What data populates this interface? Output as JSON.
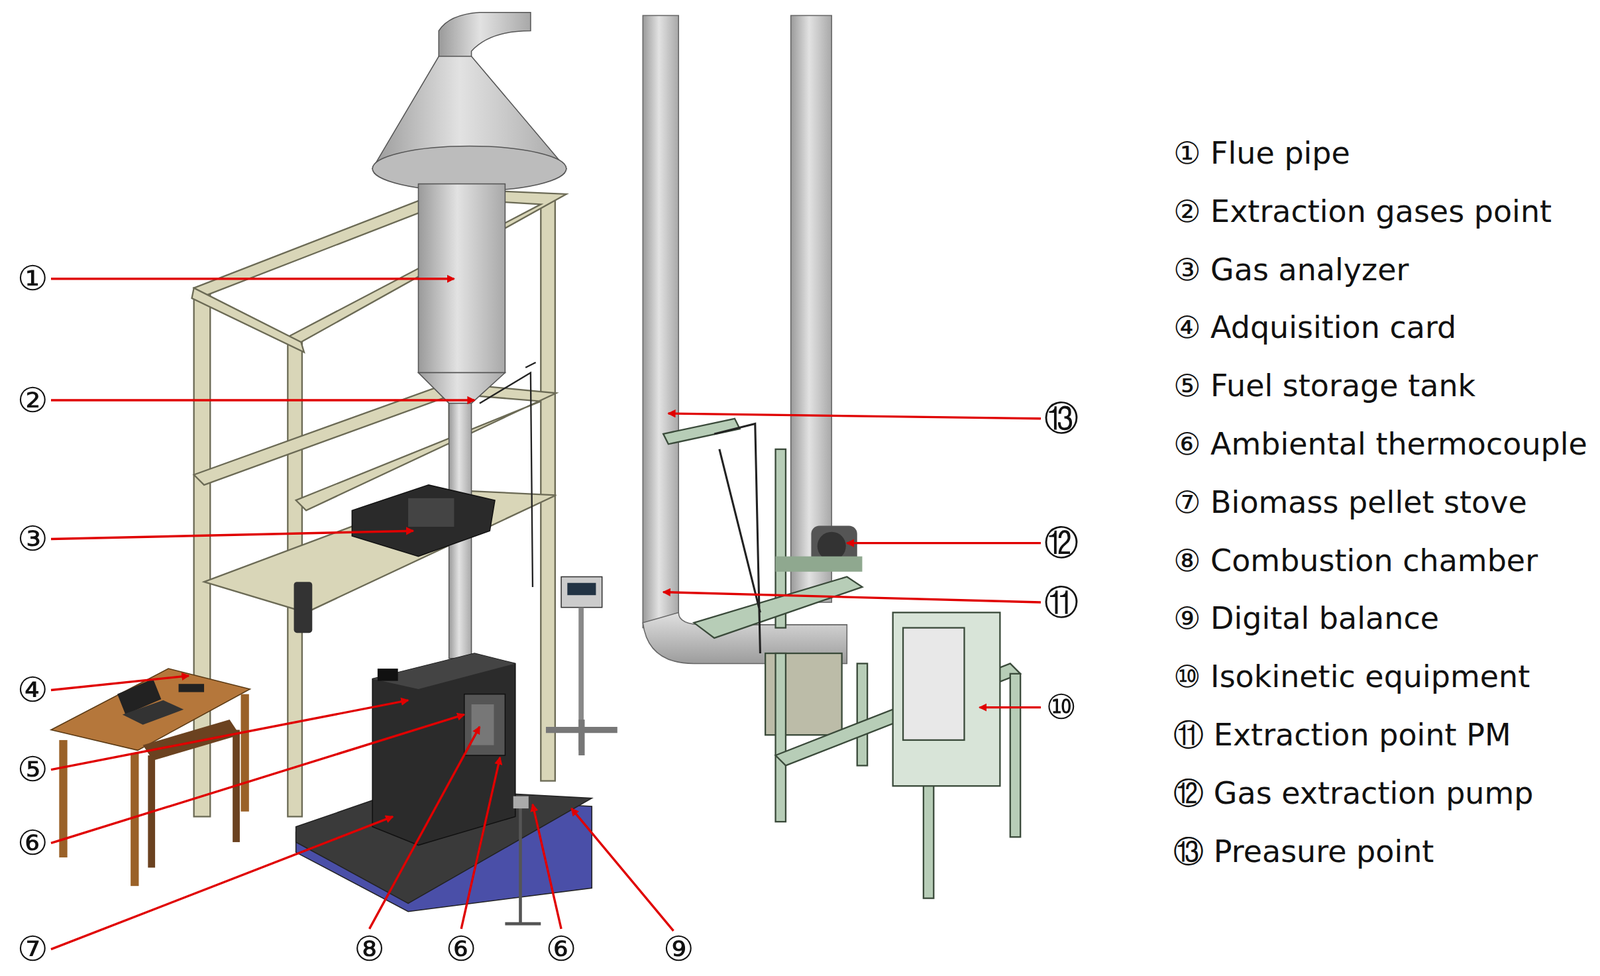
{
  "diagram": {
    "labels": [
      "①",
      "②",
      "③",
      "④",
      "⑤",
      "⑥",
      "⑦",
      "⑧",
      "⑥",
      "⑥",
      "⑨",
      "⑬",
      "⑫",
      "⑪",
      "⑩",
      "① Flue pipe",
      "② Extraction gases point",
      "③ Gas analyzer",
      "④ Adquisition card",
      "⑤ Fuel storage tank",
      "⑥ Ambiental thermocouple",
      "⑦ Biomass pellet stove",
      "⑧ Combustion chamber",
      "⑨ Digital balance",
      "⑩ Isokinetic equipment",
      "⑪ Extraction point PM",
      "⑫ Gas extraction pump",
      "⑬ Preasure point"
    ]
  }
}
